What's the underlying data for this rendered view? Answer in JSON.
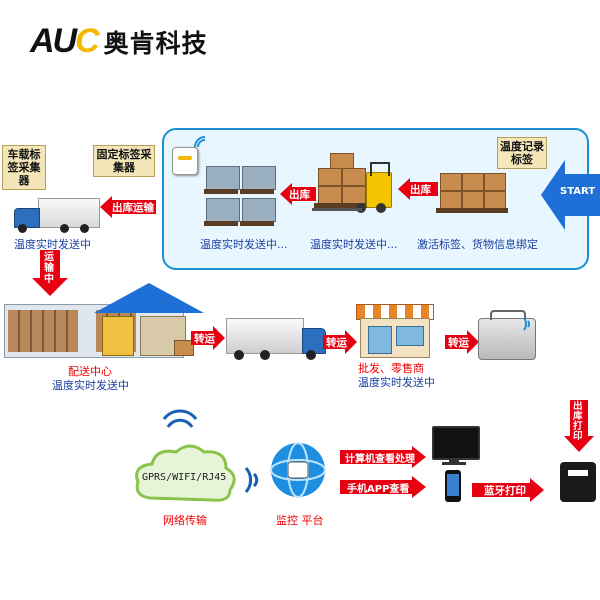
{
  "brand": {
    "mark_1": "AU",
    "mark_2": "C",
    "name": "奥肯科技"
  },
  "panel": {
    "start_label": "START",
    "tag_callout": "温度记录标签",
    "step_activate": "激活标签、货物信息绑定",
    "arrow_1": "出库",
    "step_forklift": "温度实时发送中...",
    "arrow_2": "出库",
    "step_collector": "温度实时发送中..."
  },
  "top_left": {
    "fixed_collector": "固定标签采集器",
    "vehicle_collector": "车载标签采集器",
    "arrow_out": "出库运输",
    "truck_caption": "温度实时发送中"
  },
  "middle": {
    "down_arrow": "运输中",
    "dc_caption_1": "配送中心",
    "dc_caption_2": "温度实时发送中",
    "arrow_1": "转运",
    "arrow_2": "转运",
    "shop_caption_1": "批发、零售商",
    "shop_caption_2": "温度实时发送中",
    "arrow_3": "转运"
  },
  "bottom": {
    "cloud_label": "GPRS/WIFI/RJ45",
    "network_caption": "网络传输",
    "platform_caption": "监控 平台",
    "arrow_pc": "计算机查看处理",
    "arrow_phone": "手机APP查看",
    "arrow_bt": "蓝牙打印",
    "arrow_down": "出库打印"
  },
  "colors": {
    "arrow": "#e60012",
    "panel_border": "#1a8fd1",
    "panel_fill": "#e7f6ff",
    "start": "#1e6fd6",
    "caption": "#1b3fa0"
  }
}
